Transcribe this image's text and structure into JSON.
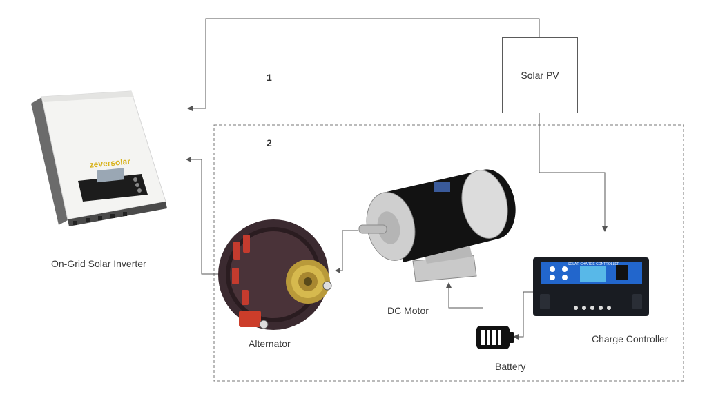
{
  "diagram": {
    "path_labels": {
      "one": "1",
      "two": "2"
    },
    "nodes": {
      "solar_pv": "Solar PV",
      "inverter": "On-Grid Solar Inverter",
      "alternator": "Alternator",
      "dc_motor": "DC Motor",
      "battery": "Battery",
      "charge_controller": "Charge Controller"
    },
    "device_text": {
      "inverter_brand": "zeversolar",
      "controller_title": "SOLAR CHARGE CONTROLLER"
    }
  }
}
